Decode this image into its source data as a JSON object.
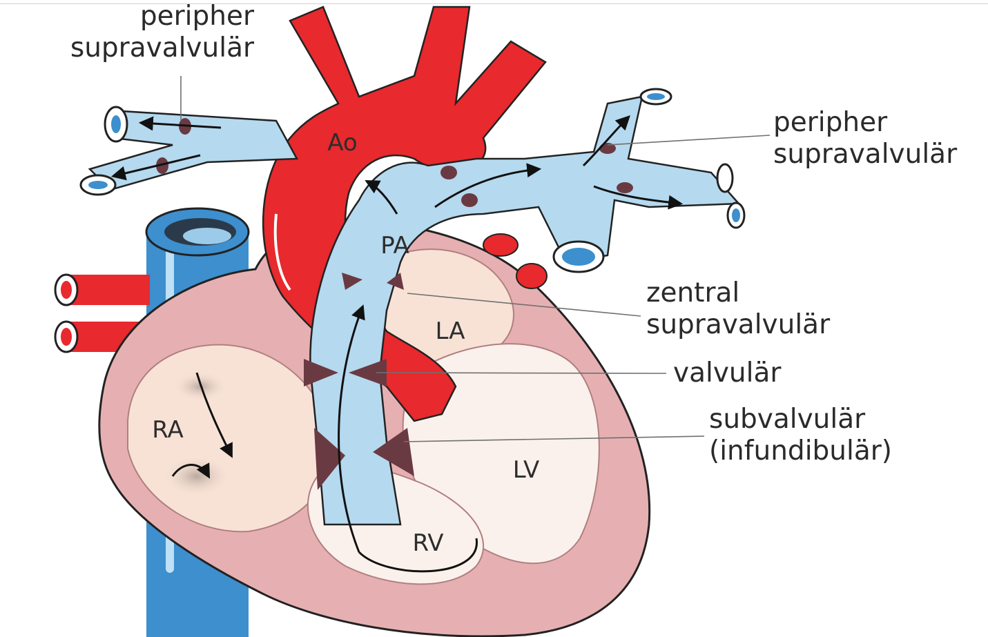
{
  "labels": {
    "periph_left_1": "peripher",
    "periph_left_2": "supravalvulär",
    "periph_right_1": "peripher",
    "periph_right_2": "supravalvulär",
    "central_1": "zentral",
    "central_2": "supravalvulär",
    "valvular": "valvulär",
    "subvalvular_1": "subvalvulär",
    "subvalvular_2": "(infundibulär)"
  },
  "chambers": {
    "ao": "Ao",
    "pa": "PA",
    "la": "LA",
    "ra": "RA",
    "lv": "LV",
    "rv": "RV"
  },
  "colors": {
    "aorta": "#e8292d",
    "pulmonary": "#b5d9ef",
    "vena_cava": "#3d8fce",
    "myocardium": "#e6b0b2",
    "chamber_fill": "#f8e2d6",
    "stenosis": "#6a3a42"
  }
}
